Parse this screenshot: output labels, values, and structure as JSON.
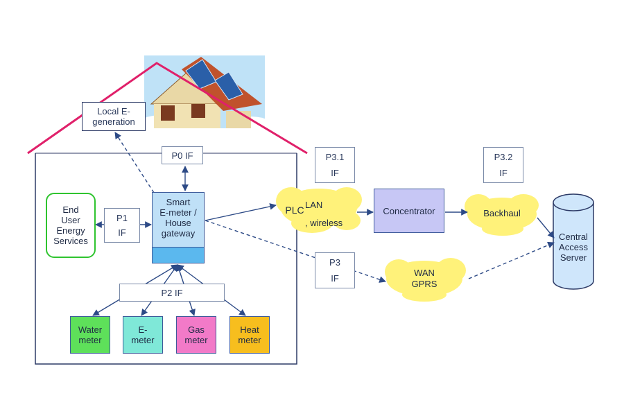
{
  "labels": {
    "local_gen": [
      "Local E-",
      "generation"
    ],
    "p0": "P0 IF",
    "p1": [
      "P1",
      "IF"
    ],
    "end_user": [
      "End",
      "User",
      "Energy",
      "Services"
    ],
    "gateway": [
      "Smart",
      "E-meter /",
      "House",
      "gateway"
    ],
    "p2": "P2 IF",
    "meters": [
      {
        "lines": [
          "Water",
          "meter"
        ],
        "color": "#5ee05a"
      },
      {
        "lines": [
          "E-",
          "meter"
        ],
        "color": "#7fe8d8"
      },
      {
        "lines": [
          "Gas",
          "meter"
        ],
        "color": "#f27ac8"
      },
      {
        "lines": [
          "Heat",
          "meter"
        ],
        "color": "#f7be1e"
      }
    ],
    "plc": "PLC",
    "lan": [
      "LAN",
      ", wireless"
    ],
    "p31": [
      "P3.1",
      "IF"
    ],
    "concentrator": "Concentrator",
    "p32": [
      "P3.2",
      "IF"
    ],
    "backhaul": "Backhaul",
    "p3": [
      "P3",
      "IF"
    ],
    "wan": [
      "WAN",
      "GPRS"
    ],
    "server": [
      "Central",
      "Access",
      "Server"
    ]
  },
  "colors": {
    "roof": "#e0206a",
    "house_border": "#2d3a66",
    "cloud": "#fff27a",
    "gateway": "#bfe0f7",
    "gateway_bottom": "#5bb8ee",
    "concentrator": "#c7c7f5",
    "server": "#cfe6fb",
    "end_user_border": "#2fc42f",
    "arrow": "#2d4a86"
  }
}
